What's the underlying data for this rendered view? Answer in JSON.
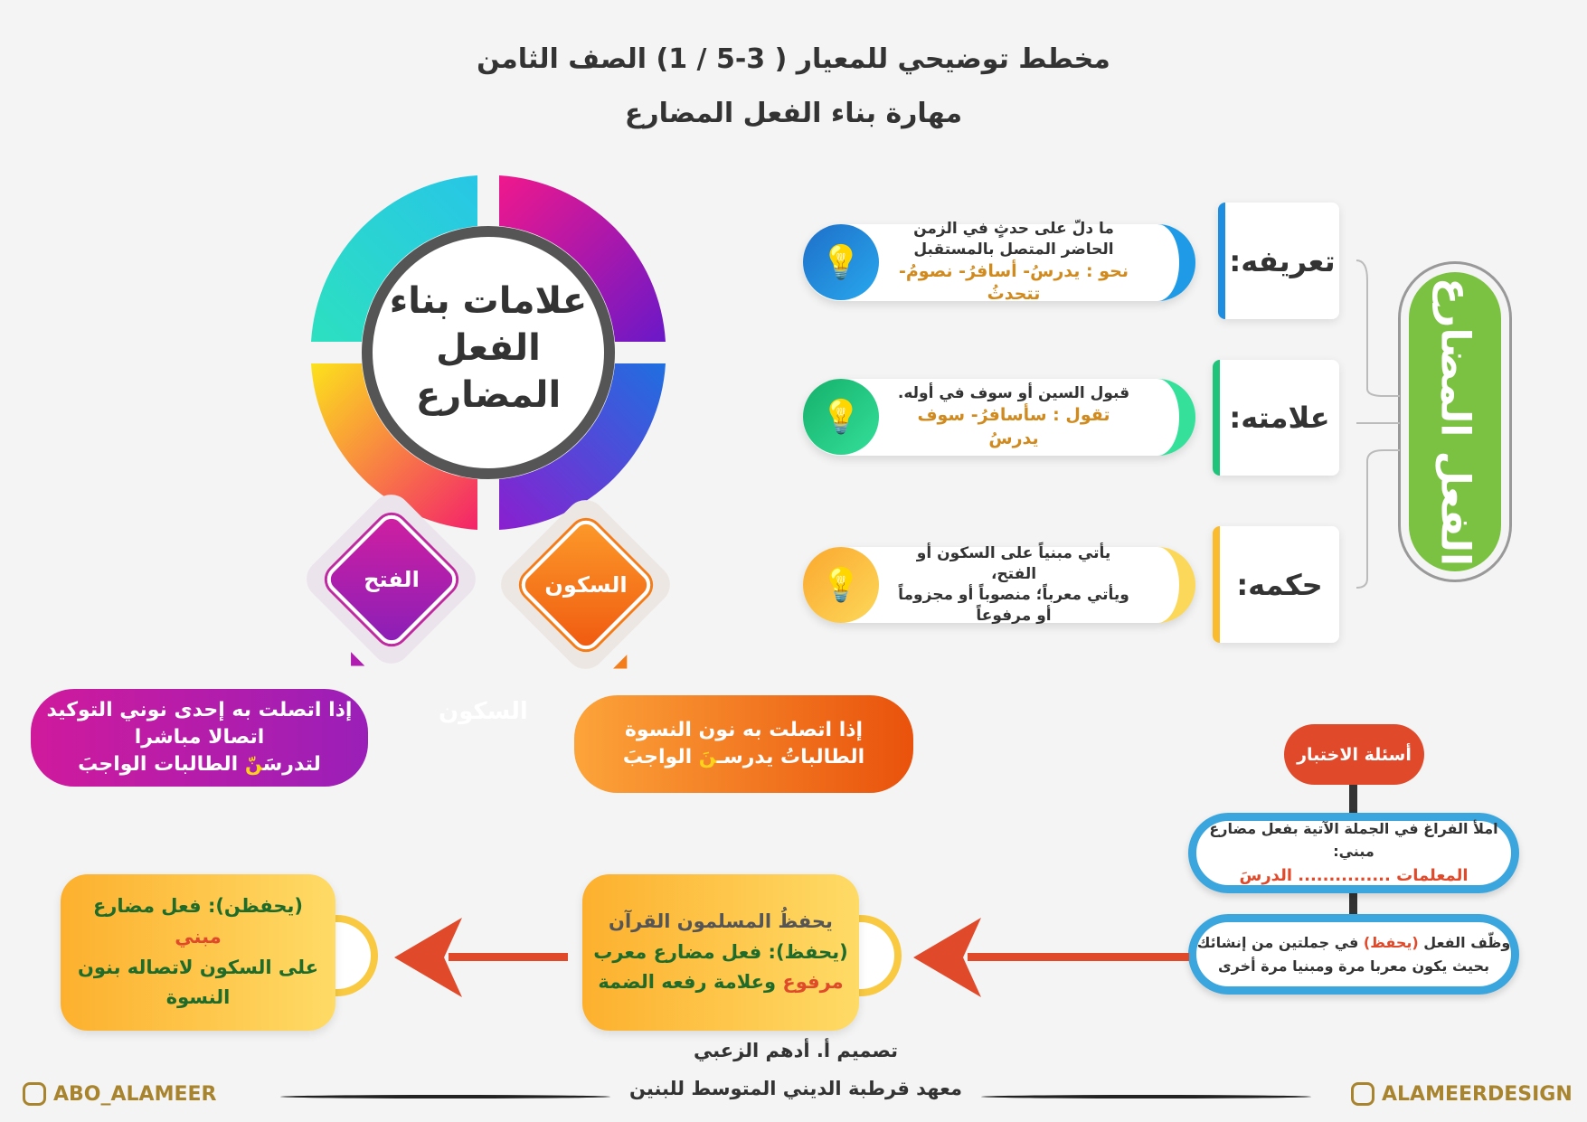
{
  "header": {
    "title": "مخطط توضيحي للمعيار ( 3-5 / 1) الصف الثامن",
    "subtitle": "مهارة بناء الفعل المضارع"
  },
  "ring": {
    "center_text_1": "علامات بناء",
    "center_text_2": "الفعل المضارع",
    "colors": [
      "#2de0c0",
      "#e0148c",
      "#fce21c",
      "#5b2bd6"
    ]
  },
  "diamonds": [
    {
      "label": "الفتح",
      "color": "#b01cb0"
    },
    {
      "label": "السكون",
      "color": "#f47d1a"
    }
  ],
  "fath_case": {
    "line1": "إذا اتصلت به إحدى نوني التوكيد",
    "line2": "اتصالا مباشرا",
    "example_pre": "لتدرسَ",
    "example_hl": "نّ",
    "example_post": " الطالبات الواجبَ"
  },
  "faint_label": "السكون",
  "sukun_case": {
    "line1": "إذا اتصلت به نون النسوة",
    "example_pre": "الطالباتُ يدرسـ",
    "example_hl": "نَ",
    "example_post": " الواجبَ"
  },
  "main_topic": "الفعل المضارع",
  "definitions": [
    {
      "label": "تعريفه:",
      "text": "ما دلّ على حدثٍ في الزمن الحاضر المتصل بالمستقبل",
      "example": "نحو : يدرسُ- أسافرُ- نصومُ- تتحدثُ",
      "color": "#1e8fe0",
      "icon": "lightbulb-check-icon"
    },
    {
      "label": "علامته:",
      "text": "قبول السين أو سوف في أوله.",
      "example": "تقول : سأسافرُ- سوف يدرسُ",
      "color": "#1fc47a",
      "icon": "lightbulb-check-icon"
    },
    {
      "label": "حكمه:",
      "text": "يأتي مبنياً على السكون أو الفتح،",
      "text2": "ويأتي معرباً؛ منصوباً أو مجزوماً أو مرفوعاً",
      "color": "#fbbb2e",
      "icon": "lightbulb-check-icon"
    }
  ],
  "quiz": {
    "title": "أسئلة الاختبار",
    "q1": "املأ الفراغ في الجملة الآتية بفعل مضارع مبني:",
    "q1_answer": "المعلمات ............... الدرسَ",
    "q2_pre": "وظّف الفعل ",
    "q2_hl": "(يحفظ)",
    "q2_post": " في جملتين من إنشائك",
    "q2_line2": "بحيث يكون معربا مرة ومبنيا مرة أخرى"
  },
  "example_mid": {
    "line1": "يحفظُ المسلمون القرآن",
    "line2": "(يحفظ): فعل مضارع معرب",
    "line3_hl": "مرفوع",
    "line3": " وعلامة رفعه الضمة"
  },
  "example_left": {
    "line1_pre": "(يحفظن): فعل مضارع ",
    "line1_hl": "مبني",
    "line2": "على السكون لاتصاله بنون النسوة"
  },
  "footer": {
    "designer": "تصميم أ. أدهم الزعبي",
    "school": "معهد قرطبة الديني المتوسط للبنين",
    "left_handle": "ABO_ALAMEER",
    "right_handle": "ALAMEERDESIGN"
  }
}
